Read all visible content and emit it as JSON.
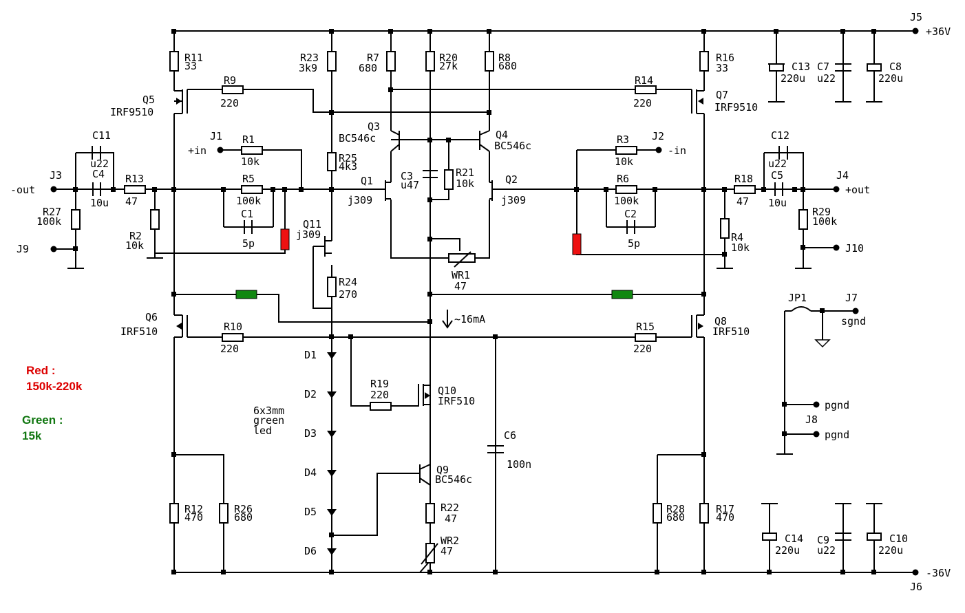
{
  "rails": {
    "positive": "+36V",
    "negative": "-36V"
  },
  "jacks": {
    "J1": {
      "ref": "J1",
      "label": "+in"
    },
    "J2": {
      "ref": "J2",
      "label": "-in"
    },
    "J3": {
      "ref": "J3",
      "label": "-out"
    },
    "J4": {
      "ref": "J4",
      "label": "+out"
    },
    "J5": {
      "ref": "J5"
    },
    "J6": {
      "ref": "J6"
    },
    "J7": {
      "ref": "J7",
      "label": "sgnd"
    },
    "J8": {
      "ref": "J8",
      "label1": "pgnd",
      "label2": "pgnd"
    },
    "J9": {
      "ref": "J9"
    },
    "J10": {
      "ref": "J10"
    },
    "JP1": {
      "ref": "JP1"
    }
  },
  "resistors": {
    "R1": {
      "ref": "R1",
      "value": "10k"
    },
    "R2": {
      "ref": "R2",
      "value": "10k"
    },
    "R3": {
      "ref": "R3",
      "value": "10k"
    },
    "R4": {
      "ref": "R4",
      "value": "10k"
    },
    "R5": {
      "ref": "R5",
      "value": "100k"
    },
    "R6": {
      "ref": "R6",
      "value": "100k"
    },
    "R7": {
      "ref": "R7",
      "value": "680"
    },
    "R8": {
      "ref": "R8",
      "value": "680"
    },
    "R9": {
      "ref": "R9",
      "value": "220"
    },
    "R10": {
      "ref": "R10",
      "value": "220"
    },
    "R11": {
      "ref": "R11",
      "value": "33"
    },
    "R12": {
      "ref": "R12",
      "value": "470"
    },
    "R13": {
      "ref": "R13",
      "value": "47"
    },
    "R14": {
      "ref": "R14",
      "value": "220"
    },
    "R15": {
      "ref": "R15",
      "value": "220"
    },
    "R16": {
      "ref": "R16",
      "value": "33"
    },
    "R17": {
      "ref": "R17",
      "value": "470"
    },
    "R18": {
      "ref": "R18",
      "value": "47"
    },
    "R19": {
      "ref": "R19",
      "value": "220"
    },
    "R20": {
      "ref": "R20",
      "value": "27k"
    },
    "R21": {
      "ref": "R21",
      "value": "10k"
    },
    "R22": {
      "ref": "R22",
      "value": "47"
    },
    "R23": {
      "ref": "R23",
      "value": "3k9"
    },
    "R24": {
      "ref": "R24",
      "value": "270"
    },
    "R25": {
      "ref": "R25",
      "value": "4k3"
    },
    "R26": {
      "ref": "R26",
      "value": "680"
    },
    "R27": {
      "ref": "R27",
      "value": "100k"
    },
    "R28": {
      "ref": "R28",
      "value": "680"
    },
    "R29": {
      "ref": "R29",
      "value": "100k"
    },
    "WR1": {
      "ref": "WR1",
      "value": "47"
    },
    "WR2": {
      "ref": "WR2",
      "value": "47"
    }
  },
  "capacitors": {
    "C1": {
      "ref": "C1",
      "value": "5p"
    },
    "C2": {
      "ref": "C2",
      "value": "5p"
    },
    "C3": {
      "ref": "C3",
      "value": "u47"
    },
    "C4": {
      "ref": "C4",
      "value": "10u"
    },
    "C5": {
      "ref": "C5",
      "value": "10u"
    },
    "C6": {
      "ref": "C6",
      "value": "100n"
    },
    "C7": {
      "ref": "C7",
      "value": "u22"
    },
    "C8": {
      "ref": "C8",
      "value": "220u"
    },
    "C9": {
      "ref": "C9",
      "value": "u22"
    },
    "C10": {
      "ref": "C10",
      "value": "220u"
    },
    "C11": {
      "ref": "C11",
      "value": "u22"
    },
    "C12": {
      "ref": "C12",
      "value": "u22"
    },
    "C13": {
      "ref": "C13",
      "value": "220u"
    },
    "C14": {
      "ref": "C14",
      "value": "220u"
    }
  },
  "transistors": {
    "Q1": {
      "ref": "Q1",
      "part": "j309"
    },
    "Q2": {
      "ref": "Q2",
      "part": "j309"
    },
    "Q3": {
      "ref": "Q3",
      "part": "BC546c"
    },
    "Q4": {
      "ref": "Q4",
      "part": "BC546c"
    },
    "Q5": {
      "ref": "Q5",
      "part": "IRF9510"
    },
    "Q6": {
      "ref": "Q6",
      "part": "IRF510"
    },
    "Q7": {
      "ref": "Q7",
      "part": "IRF9510"
    },
    "Q8": {
      "ref": "Q8",
      "part": "IRF510"
    },
    "Q9": {
      "ref": "Q9",
      "part": "BC546c"
    },
    "Q10": {
      "ref": "Q10",
      "part": "IRF510"
    },
    "Q11": {
      "ref": "Q11",
      "part": "j309"
    }
  },
  "leds": [
    "D1",
    "D2",
    "D3",
    "D4",
    "D5",
    "D6"
  ],
  "led_note": [
    "6x3mm",
    "green",
    "led"
  ],
  "current_note": "~16mA",
  "legend": {
    "red_label": "Red :",
    "red_value": "150k-220k",
    "green_label": "Green :",
    "green_value": "15k"
  },
  "colors": {
    "red": "#ee1111",
    "green": "#118811",
    "red_text": "#dd0000",
    "green_text": "#117711"
  }
}
